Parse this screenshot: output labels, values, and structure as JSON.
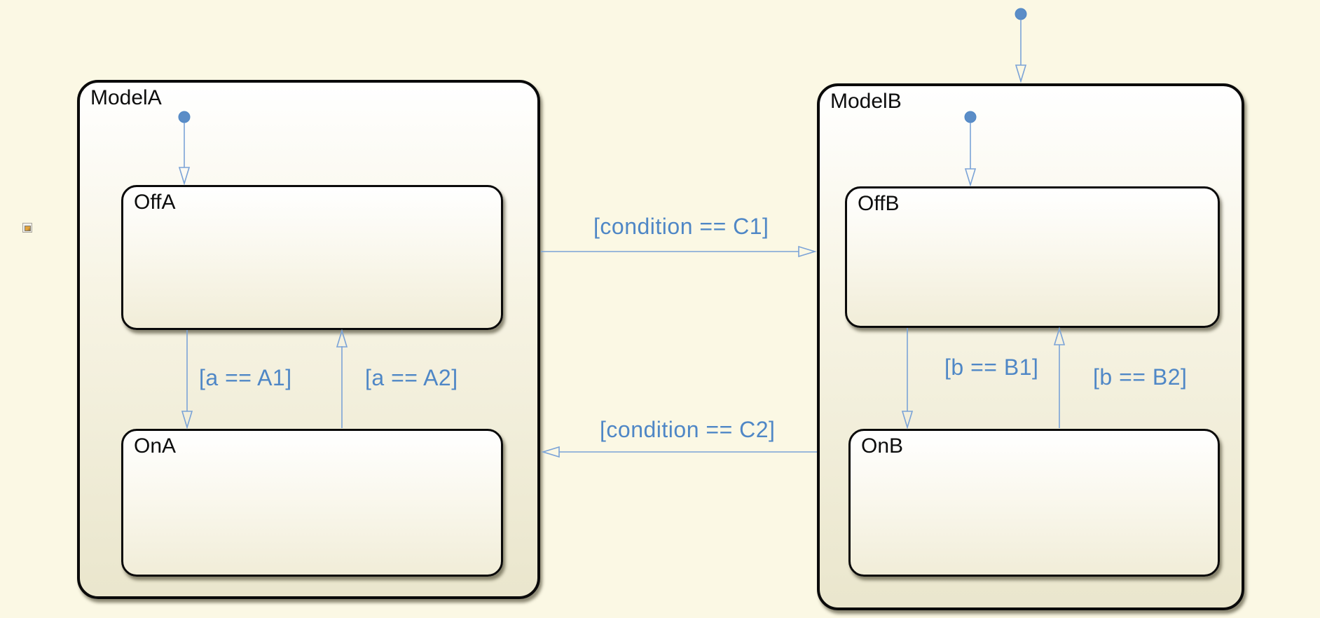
{
  "diagram": {
    "kind": "stateflow-chart",
    "background_color": "#fbf8e4"
  },
  "colors": {
    "transition_label_blue": "#4f87c6",
    "transition_line_blue": "#7ba3d7",
    "default_transition_dot_blue": "#5b8dc7",
    "state_border": "#0a0a0a",
    "state_fill_top": "#ffffff",
    "state_fill_bottom": "#eae6cd"
  },
  "states": {
    "modelA": {
      "label": "ModelA"
    },
    "offA": {
      "label": "OffA"
    },
    "onA": {
      "label": "OnA"
    },
    "modelB": {
      "label": "ModelB"
    },
    "offB": {
      "label": "OffB"
    },
    "onB": {
      "label": "OnB"
    }
  },
  "transitions": {
    "offA_to_onA": {
      "label": "[a == A1]"
    },
    "onA_to_offA": {
      "label": "[a == A2]"
    },
    "offB_to_onB": {
      "label": "[b == B1]"
    },
    "onB_to_offB": {
      "label": "[b == B2]"
    },
    "modelA_to_modelB": {
      "label": "[condition == C1]"
    },
    "modelB_to_modelA": {
      "label": "[condition == C2]"
    }
  }
}
